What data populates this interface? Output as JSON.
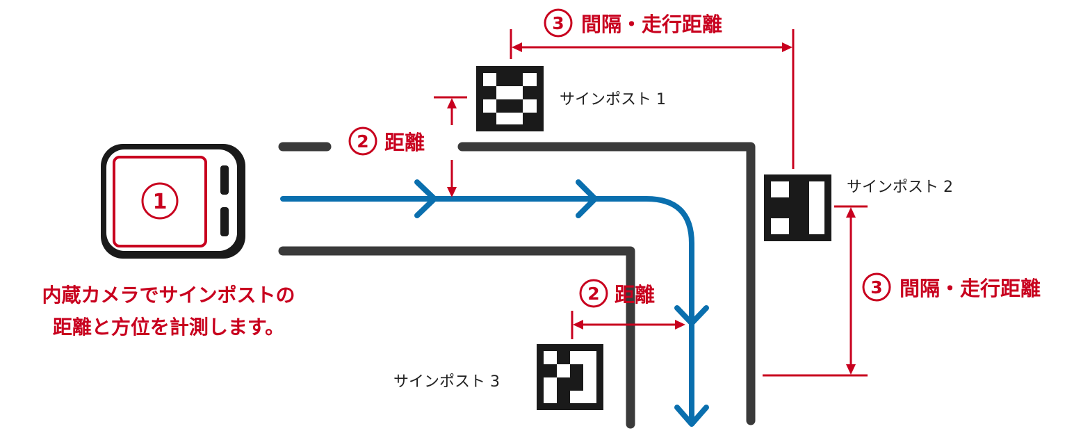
{
  "colors": {
    "accent_red": "#c8001e",
    "route_blue": "#0a6fae",
    "road_gray": "#3a3a3a",
    "marker_black": "#1a1a1a"
  },
  "camera": {
    "number_label": "①",
    "caption_line1": "内蔵カメラでサインポストの",
    "caption_line2": "距離と方位を計測します。"
  },
  "signposts": [
    {
      "label": "サインポスト 1"
    },
    {
      "label": "サインポスト 2"
    },
    {
      "label": "サインポスト 3"
    }
  ],
  "measurements": {
    "distance_number": "②",
    "distance_text": "距離",
    "interval_number": "③",
    "interval_text": "間隔・走行距離"
  }
}
